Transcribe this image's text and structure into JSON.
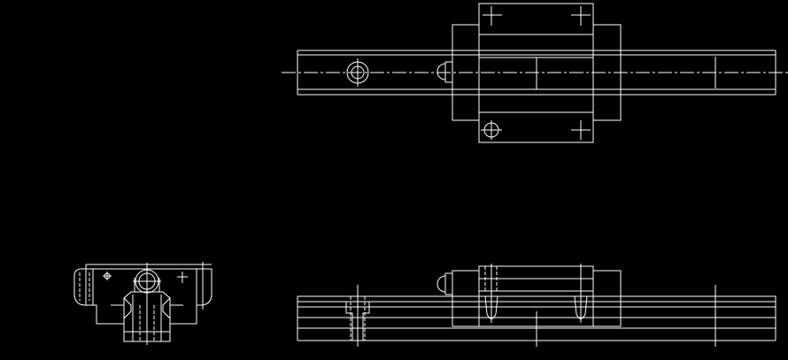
{
  "drawing": {
    "background": "#000000",
    "line_color": "#ffffff",
    "views": [
      "top-view",
      "end-view",
      "front-view"
    ]
  }
}
